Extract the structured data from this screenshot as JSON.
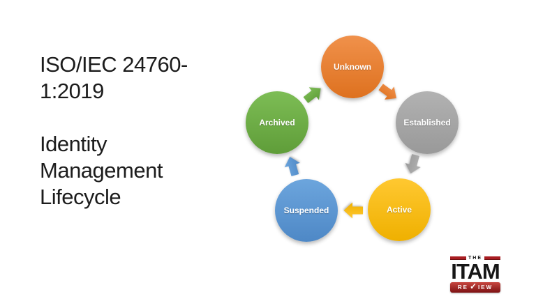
{
  "slide": {
    "background": "#FFFFFF",
    "title": {
      "lines": [
        "ISO/IEC 24760-",
        "1:2019",
        "",
        "Identity",
        "Management",
        "Lifecycle"
      ],
      "text_color": "#1C1C1C"
    },
    "cycle_diagram": {
      "type": "cycle",
      "direction": "clockwise",
      "label_text_color": "#FFFFFF",
      "nodes": [
        {
          "label": "Unknown",
          "color": "#ED7D31",
          "gradient_top": "#F0914B",
          "gradient_bottom": "#DE711F"
        },
        {
          "label": "Established",
          "color": "#A5A5A5",
          "gradient_top": "#B2B2B2",
          "gradient_bottom": "#999999"
        },
        {
          "label": "Active",
          "color": "#FFC000",
          "gradient_top": "#FFC831",
          "gradient_bottom": "#EFB000"
        },
        {
          "label": "Suspended",
          "color": "#5B9BD5",
          "gradient_top": "#6CA5DD",
          "gradient_bottom": "#4E88C6"
        },
        {
          "label": "Archived",
          "color": "#70AD47",
          "gradient_top": "#7DBD55",
          "gradient_bottom": "#5F9D39"
        }
      ],
      "arrows": [
        {
          "from": "Unknown",
          "to": "Established",
          "color": "#ED7D31"
        },
        {
          "from": "Established",
          "to": "Active",
          "color": "#A5A5A5"
        },
        {
          "from": "Active",
          "to": "Suspended",
          "color": "#FFC000"
        },
        {
          "from": "Suspended",
          "to": "Archived",
          "color": "#5B9BD5"
        },
        {
          "from": "Archived",
          "to": "Unknown",
          "color": "#70AD47"
        }
      ]
    },
    "logo": {
      "top_word": "THE",
      "main_word": "ITAM",
      "bottom_word_parts": [
        "RE",
        "✓",
        "IEW"
      ],
      "red": "#A91D22",
      "black": "#161616"
    }
  }
}
